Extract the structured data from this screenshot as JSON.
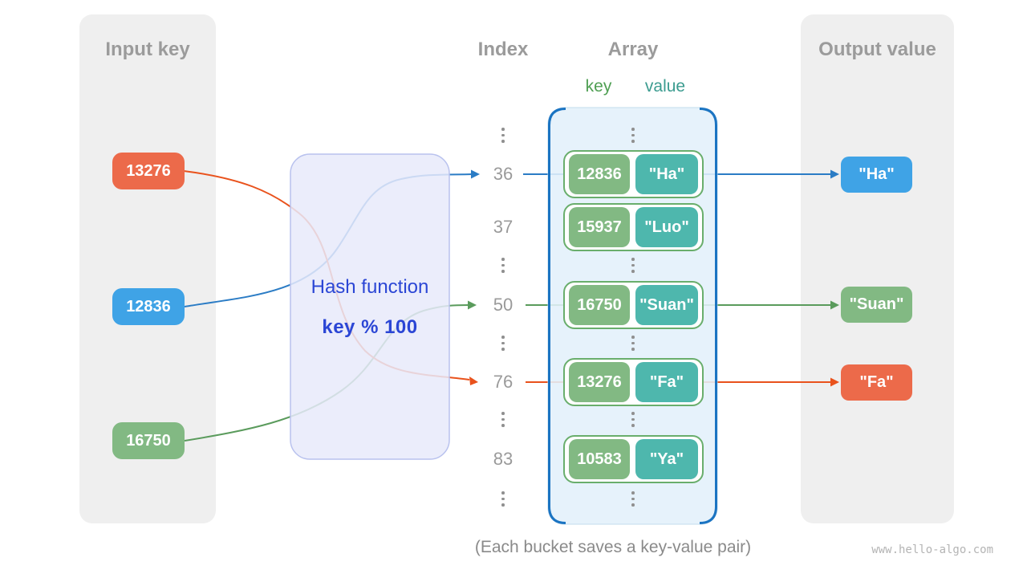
{
  "input_panel": {
    "title": "Input key",
    "keys": [
      "13276",
      "12836",
      "16750"
    ]
  },
  "hash": {
    "title": "Hash function",
    "formula": "key % 100"
  },
  "index_col": {
    "title": "Index",
    "rows": [
      "36",
      "37",
      "50",
      "76",
      "83"
    ]
  },
  "array": {
    "title": "Array",
    "key_label": "key",
    "value_label": "value",
    "pairs": [
      {
        "key": "12836",
        "value": "\"Ha\""
      },
      {
        "key": "15937",
        "value": "\"Luo\""
      },
      {
        "key": "16750",
        "value": "\"Suan\""
      },
      {
        "key": "13276",
        "value": "\"Fa\""
      },
      {
        "key": "10583",
        "value": "\"Ya\""
      }
    ]
  },
  "output_panel": {
    "title": "Output value",
    "values": [
      "\"Ha\"",
      "\"Suan\"",
      "\"Fa\""
    ]
  },
  "caption": "(Each bucket saves a key-value pair)",
  "watermark": "www.hello-algo.com",
  "icons": {
    "ellipsis": "vertical-three-dots"
  },
  "colors": {
    "key_orange": "#ec6a4a",
    "key_blue": "#3fa3e6",
    "key_green": "#82b983",
    "value_teal": "#4eb7ad",
    "pair_border": "#69ae6c",
    "array_fill": "#e3f0fa",
    "array_border": "#1b74c2",
    "hash_fill": "#e7eafa",
    "hash_border": "#b9c2ee",
    "hash_text": "#2b46d5",
    "panel_gray": "#efefef",
    "heading_gray": "#9b9b9b",
    "line_blue": "#2b7cc5",
    "line_green": "#5a9b5c",
    "line_orange": "#e9521c"
  }
}
